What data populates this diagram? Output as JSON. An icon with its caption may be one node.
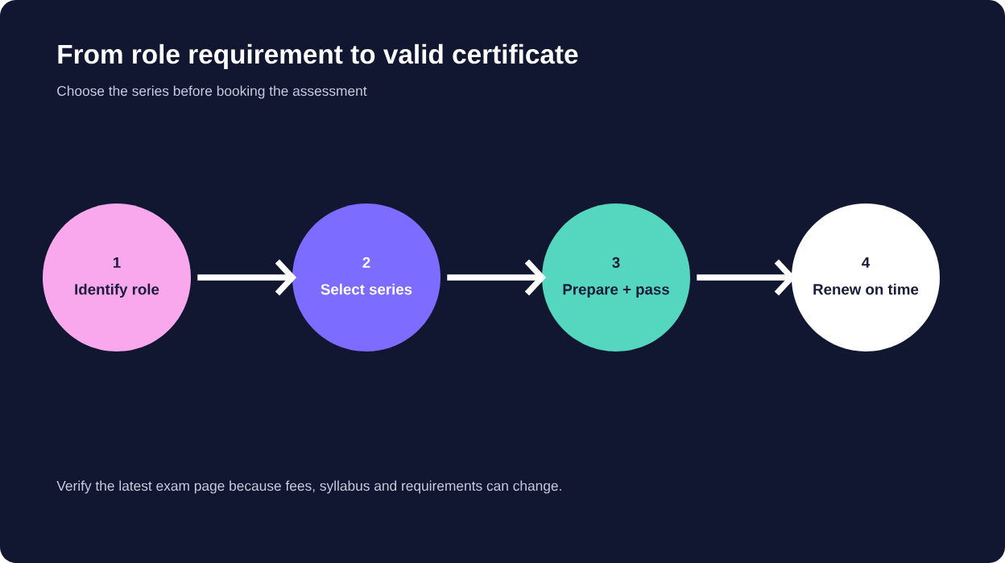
{
  "diagram": {
    "title": "From role requirement to valid certificate",
    "caption": "Choose the series before booking the assessment",
    "nodes": [
      {
        "text": [
          "1",
          "Identify role"
        ]
      },
      {
        "text": [
          "2",
          "Select series"
        ]
      },
      {
        "text": [
          "3",
          "Prepare + pass"
        ]
      },
      {
        "text": [
          "4",
          "Renew on time"
        ]
      }
    ],
    "edges": [
      {
        "from": 0,
        "to": 1,
        "arrow": "to"
      },
      {
        "from": 1,
        "to": 2,
        "arrow": "to"
      },
      {
        "from": 2,
        "to": 3,
        "arrow": "to"
      }
    ],
    "labels": [
      "Verify the latest exam page because fees, syllabus and requirements can change."
    ]
  }
}
